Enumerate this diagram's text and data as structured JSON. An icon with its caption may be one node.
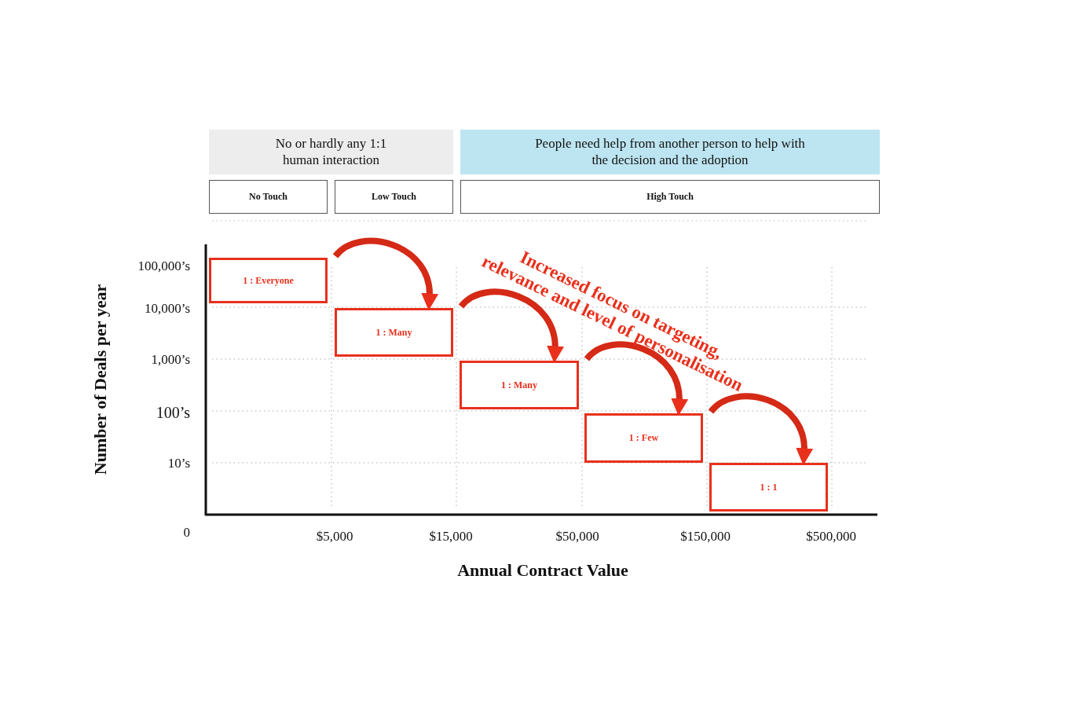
{
  "diagram": {
    "nodes": [
      {
        "text": [
          "No or hardly any 1:1 human interaction"
        ]
      },
      {
        "text": [
          "People need help from another person to help with the decision and the adoption"
        ]
      },
      {
        "text": [
          "No Touch"
        ]
      },
      {
        "text": [
          "Low Touch"
        ]
      },
      {
        "text": [
          "High Touch"
        ]
      },
      {
        "text": [
          "1 : Everyone"
        ]
      },
      {
        "text": [
          "1 : Many"
        ]
      },
      {
        "text": [
          "1 : Many"
        ]
      },
      {
        "text": [
          "1 : Few"
        ]
      },
      {
        "text": [
          "1 : 1"
        ]
      }
    ],
    "edges": [
      {
        "from": 5,
        "to": 6,
        "arrow": "to"
      },
      {
        "from": 6,
        "to": 7,
        "arrow": "to"
      },
      {
        "from": 7,
        "to": 8,
        "arrow": "to"
      },
      {
        "from": 8,
        "to": 9,
        "arrow": "to"
      }
    ],
    "labels": [
      "Number of Deals per year",
      "Increased focus on targeting, relevance and level of personalisation",
      "100,000’s",
      "10,000’s",
      "1,000’s",
      "100’s",
      "10’s",
      "0",
      "$5,000",
      "$15,000",
      "$50,000",
      "$150,000",
      "$500,000",
      "Annual Contract Value"
    ]
  }
}
